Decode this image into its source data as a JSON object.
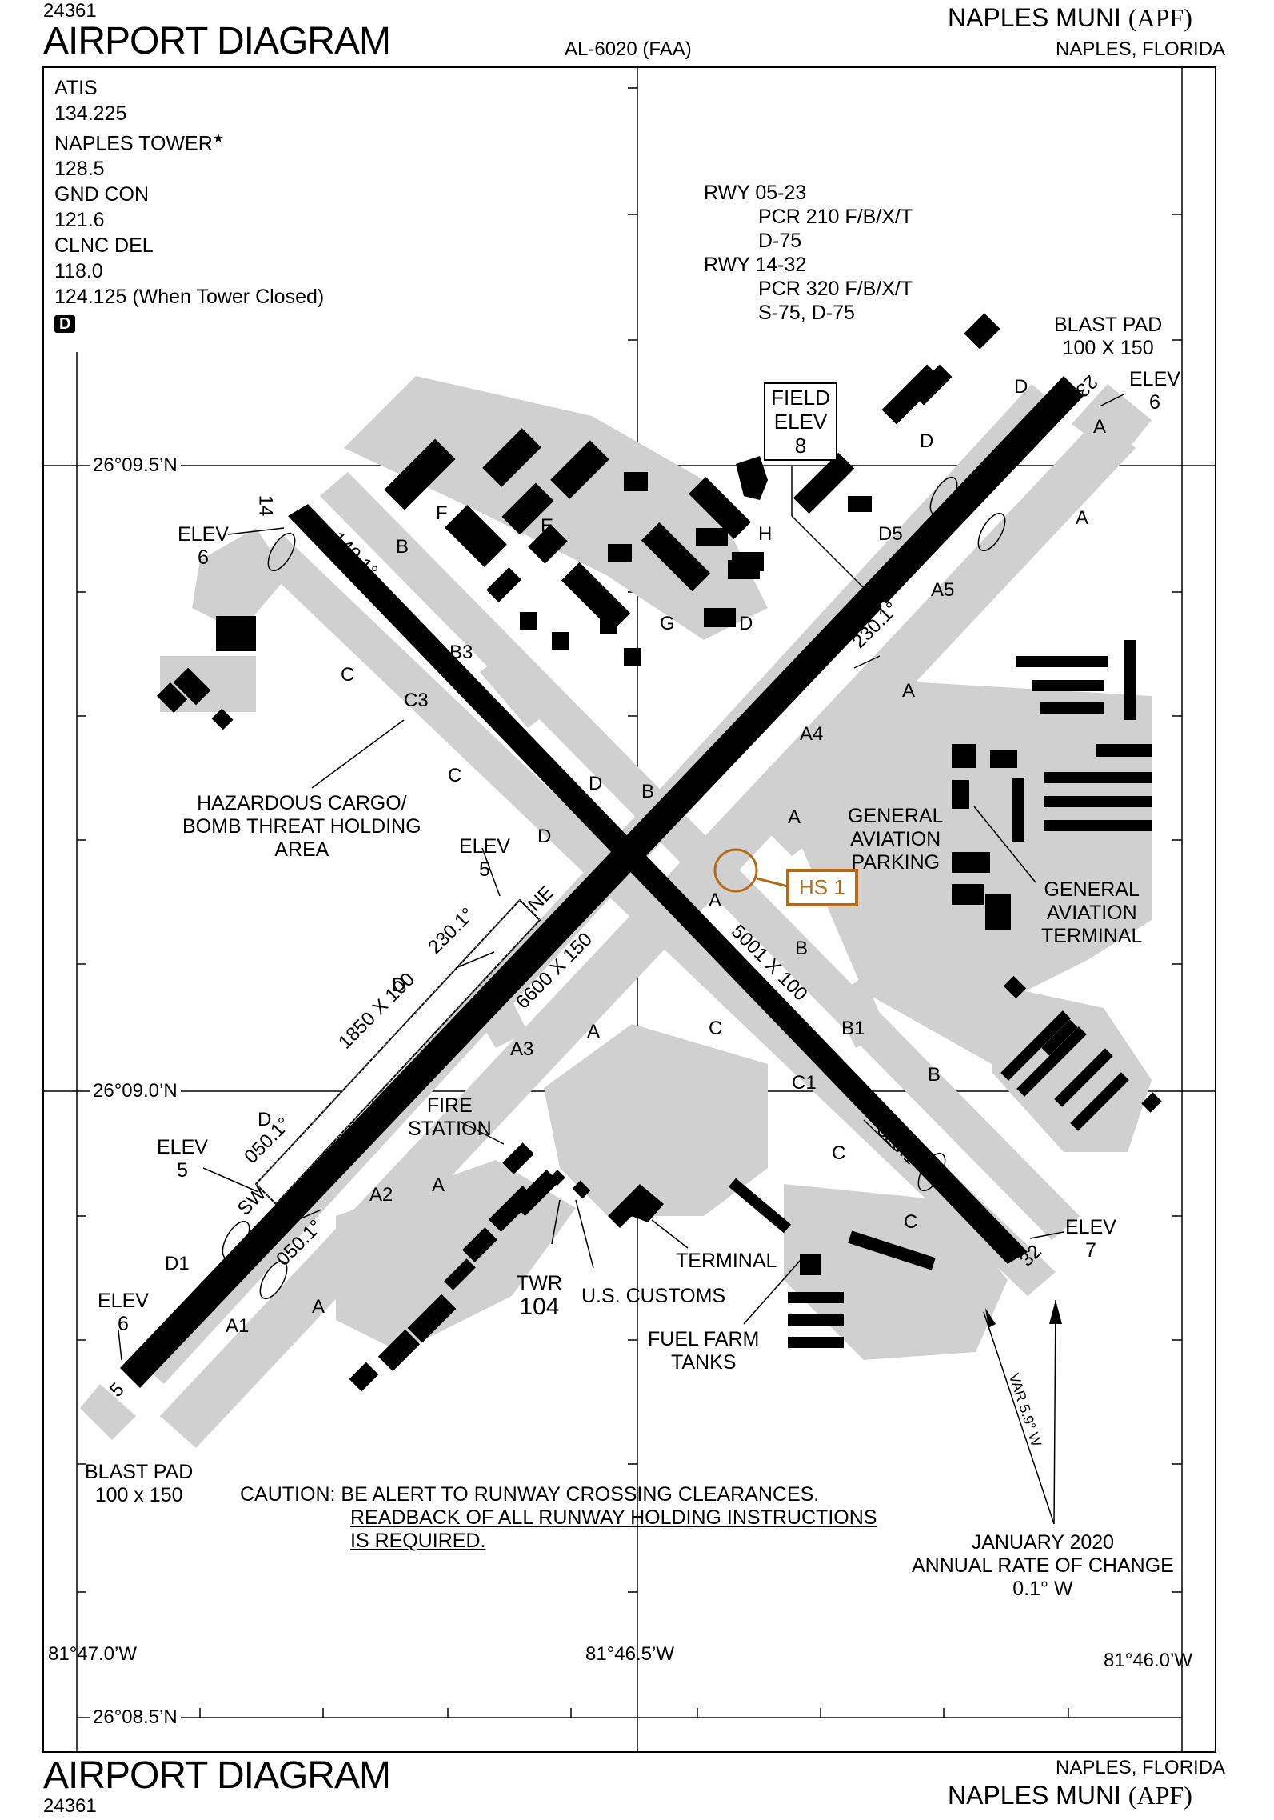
{
  "header": {
    "volume_code": "24361",
    "title": "AIRPORT DIAGRAM",
    "procedure_number": "AL-6020 (FAA)",
    "airport_name": "NAPLES MUNI",
    "airport_id": "(APF)",
    "city_state": "NAPLES, FLORIDA"
  },
  "footer": {
    "title": "AIRPORT DIAGRAM",
    "volume_code": "24361",
    "city_state": "NAPLES, FLORIDA",
    "airport_name": "NAPLES MUNI",
    "airport_id": "(APF)"
  },
  "comms": {
    "atis_label": "ATIS",
    "atis_freq": "134.225",
    "tower_label": "NAPLES TOWER",
    "tower_star": "★",
    "tower_freq": "128.5",
    "gnd_label": "GND CON",
    "gnd_freq": "121.6",
    "clnc_label": "CLNC DEL",
    "clnc_freq": "118.0",
    "clnc_freq2": "124.125 (When Tower Closed)",
    "d_symbol": "D"
  },
  "runway_data": {
    "rwy1": "RWY 05-23",
    "rwy1_pcr": "PCR 210 F/B/X/T",
    "rwy1_wt": "D-75",
    "rwy2": "RWY 14-32",
    "rwy2_pcr": "PCR 320 F/B/X/T",
    "rwy2_wt": "S-75, D-75"
  },
  "field_elev": {
    "line1": "FIELD",
    "line2": "ELEV",
    "value": "8"
  },
  "coordinates": {
    "lat_top": "26°09.5’N",
    "lat_mid": "26°09.0’N",
    "lat_bot": "26°08.5’N",
    "lon_left": "81°47.0’W",
    "lon_mid": "81°46.5’W",
    "lon_right": "81°46.0’W"
  },
  "runways": {
    "r05_23": {
      "dims": "6600 X 150",
      "end_low": "5",
      "end_high": "23",
      "hdg_low": "050.1°",
      "hdg_high": "230.1°"
    },
    "r14_32": {
      "dims": "5001 X 100",
      "end_low": "14",
      "end_high": "32",
      "hdg_low": "140.1°",
      "hdg_high": "320.1°"
    },
    "sw_ne": {
      "dims": "1850 X 100",
      "end_low": "SW",
      "end_high": "NE",
      "hdg_low": "050.1°",
      "hdg_high": "230.1°"
    }
  },
  "elevations": {
    "e14_label": "ELEV",
    "e14": "6",
    "e23_label": "ELEV",
    "e23": "6",
    "ene_label": "ELEV",
    "ene": "5",
    "esw_label": "ELEV",
    "esw": "5",
    "e5_label": "ELEV",
    "e5": "6",
    "e32_label": "ELEV",
    "e32": "7"
  },
  "blast_pads": {
    "ne_label": "BLAST PAD",
    "ne_dims": "100 X 150",
    "sw_label": "BLAST PAD",
    "sw_dims": "100 x 150"
  },
  "labels": {
    "hazard1": "HAZARDOUS CARGO/",
    "hazard2": "BOMB THREAT HOLDING",
    "hazard3": "AREA",
    "ga_park1": "GENERAL",
    "ga_park2": "AVIATION",
    "ga_park3": "PARKING",
    "ga_term1": "GENERAL",
    "ga_term2": "AVIATION",
    "ga_term3": "TERMINAL",
    "fire1": "FIRE",
    "fire2": "STATION",
    "terminal": "TERMINAL",
    "twr": "TWR",
    "twr_elev": "104",
    "customs": "U.S. CUSTOMS",
    "fuel1": "FUEL FARM",
    "fuel2": "TANKS",
    "hotspot": "HS 1"
  },
  "taxiways": {
    "A": "A",
    "A1": "A1",
    "A2": "A2",
    "A3": "A3",
    "A4": "A4",
    "A5": "A5",
    "B": "B",
    "B1": "B1",
    "B3": "B3",
    "C": "C",
    "C1": "C1",
    "C3": "C3",
    "D": "D",
    "D1": "D1",
    "D5": "D5",
    "E": "E",
    "F": "F",
    "G": "G",
    "H": "H"
  },
  "magnetic": {
    "var": "VAR 5.9° W",
    "date": "JANUARY 2020",
    "rate_label": "ANNUAL RATE OF CHANGE",
    "rate": "0.1° W"
  },
  "caution": {
    "prefix": "CAUTION:",
    "line1": "BE ALERT TO RUNWAY CROSSING CLEARANCES.",
    "line2": "READBACK OF ALL RUNWAY HOLDING INSTRUCTIONS",
    "line3": "IS REQUIRED."
  },
  "colors": {
    "runway": "#000000",
    "taxiway": "#d0d0d0",
    "building": "#000000",
    "hotspot": "#b56a16"
  }
}
